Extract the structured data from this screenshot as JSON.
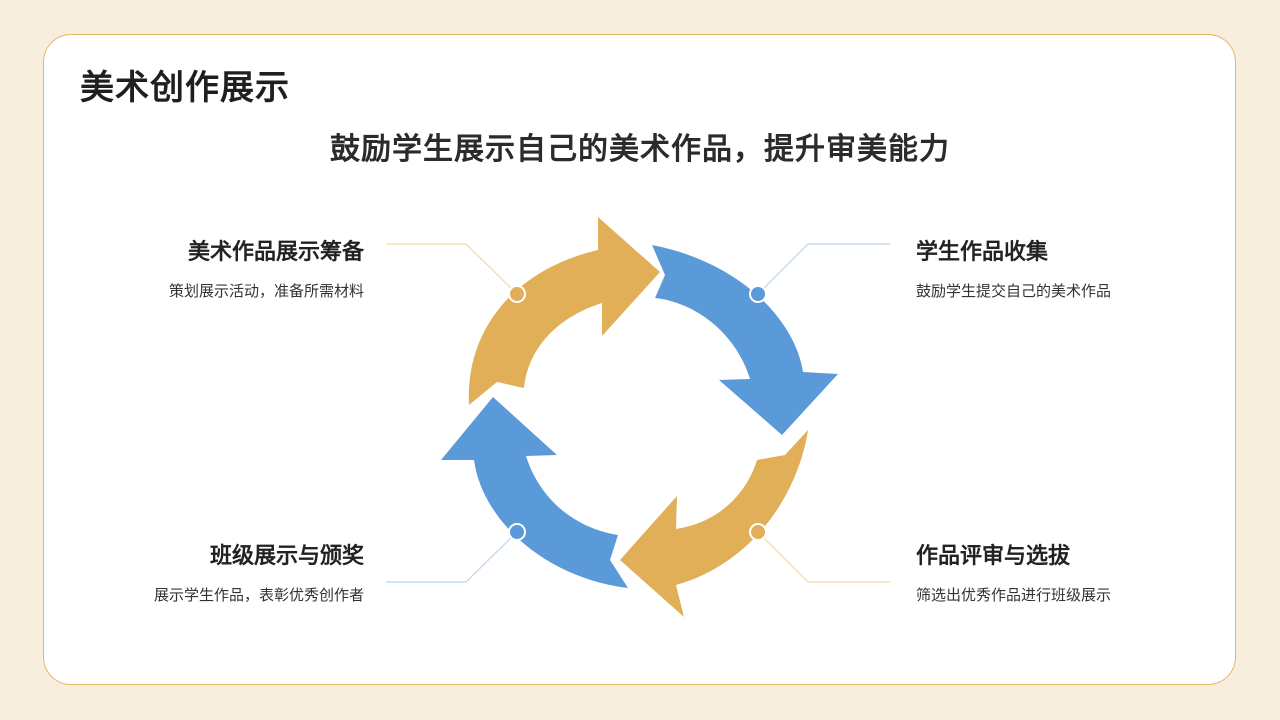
{
  "page": {
    "title": "美术创作展示",
    "subtitle": "鼓励学生展示自己的美术作品，提升审美能力"
  },
  "colors": {
    "background": "#f8eedd",
    "card_border": "#e2b766",
    "gold": "#e0af57",
    "blue": "#5a9ad9"
  },
  "steps": [
    {
      "title": "学生作品收集",
      "desc": "鼓励学生提交自己的美术作品",
      "color": "#5a9ad9"
    },
    {
      "title": "作品评审与选拔",
      "desc": "筛选出优秀作品进行班级展示",
      "color": "#e0af57"
    },
    {
      "title": "班级展示与颁奖",
      "desc": "展示学生作品，表彰优秀创作者",
      "color": "#5a9ad9"
    },
    {
      "title": "美术作品展示筹备",
      "desc": "策划展示活动，准备所需材料",
      "color": "#e0af57"
    }
  ]
}
